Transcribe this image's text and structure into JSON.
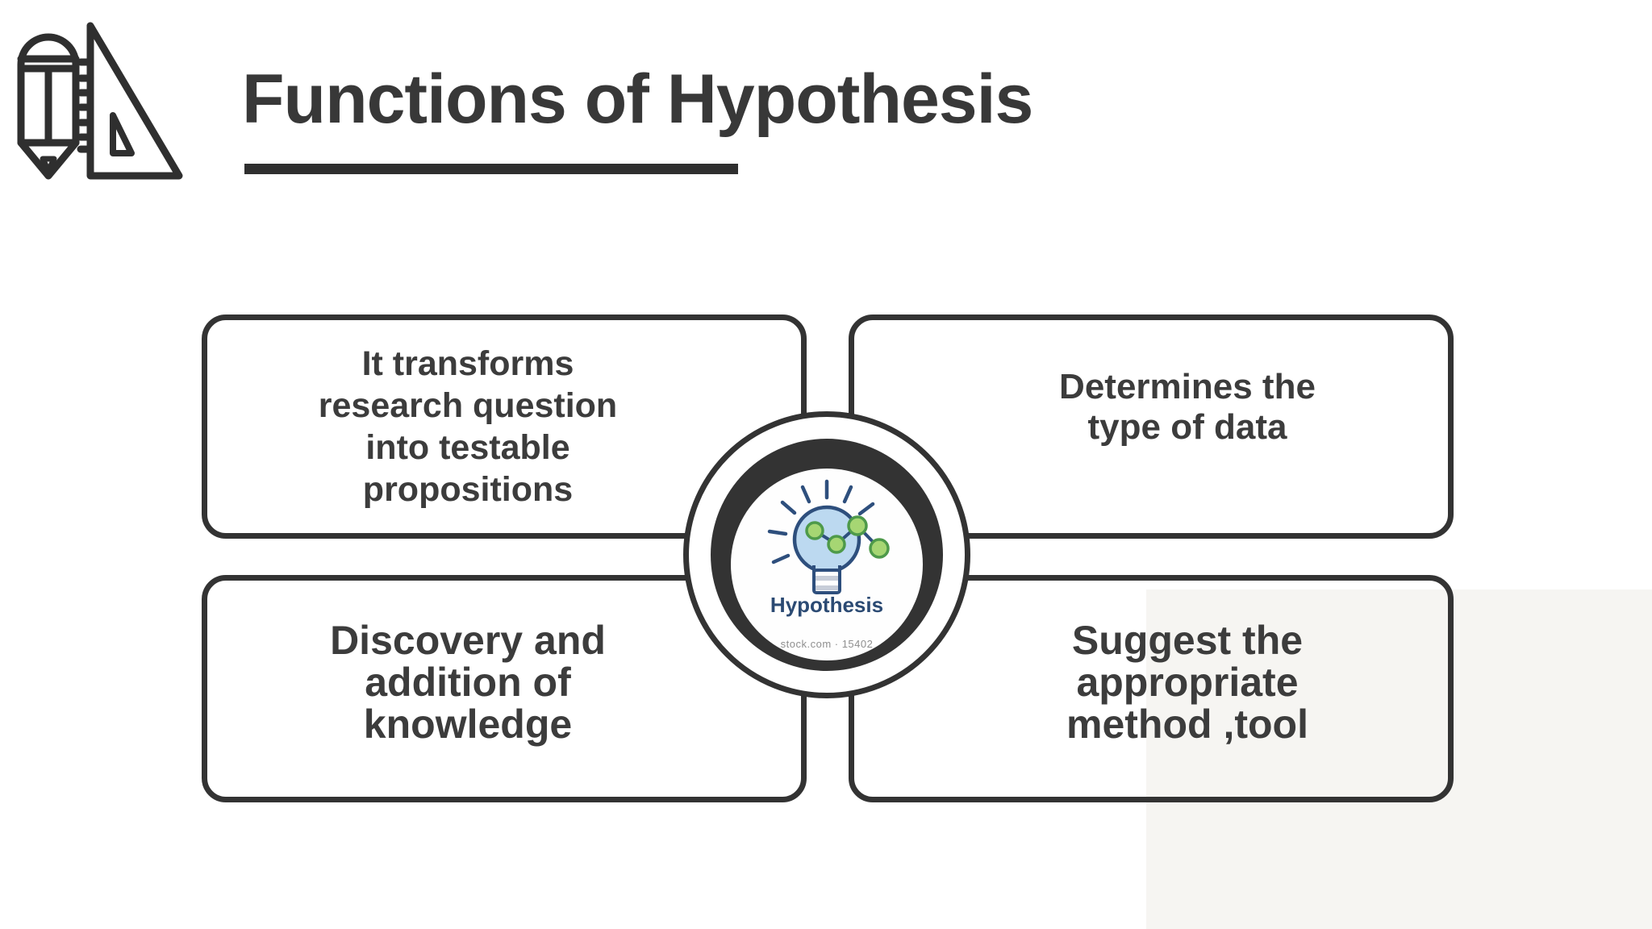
{
  "header": {
    "title": "Functions of Hypothesis"
  },
  "icons": {
    "header_left": "pencil-icon",
    "header_right": "set-square-icon",
    "center": "lightbulb-network-icon"
  },
  "colors": {
    "outline_dark": "#333333",
    "body_text": "#3c3c3c",
    "title_text": "#383838",
    "bulb_fill_blue": "#bcd9f0",
    "bulb_outline_navy": "#2e4f7d",
    "node_fill_green": "#a6d673",
    "node_outline_green": "#4e9a4a",
    "center_label_navy": "#2b4a73",
    "watermark_gray": "#8f8f8f",
    "bg_tint_gray": "#f6f5f2"
  },
  "diagram": {
    "center": {
      "label": "Hypothesis",
      "watermark": "stock.com · 15402"
    },
    "boxes": [
      {
        "position": "top-left",
        "lines": [
          "It transforms",
          "research question",
          "into testable",
          "propositions"
        ]
      },
      {
        "position": "top-right",
        "lines": [
          "Determines the",
          "type of data"
        ]
      },
      {
        "position": "bottom-left",
        "lines": [
          "Discovery and",
          "addition of",
          "knowledge"
        ]
      },
      {
        "position": "bottom-right",
        "lines": [
          "Suggest the",
          "appropriate",
          "method ,tool"
        ]
      }
    ]
  }
}
